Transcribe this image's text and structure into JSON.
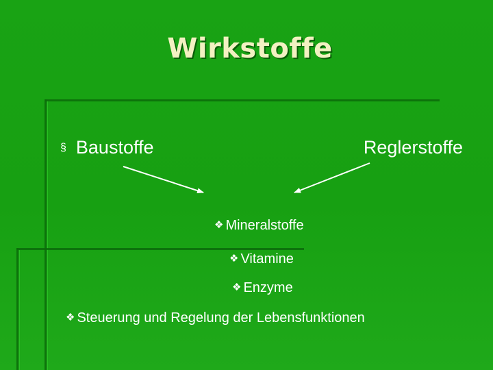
{
  "slide": {
    "title": "Wirkstoffe",
    "left_item": "Baustoffe",
    "left_bullet": "§",
    "right_item": "Reglerstoffe",
    "sub_bullet": "❖",
    "sub_items": [
      "Mineralstoffe",
      "Vitamine",
      "Enzyme",
      "Steuerung und Regelung der Lebensfunktionen"
    ]
  },
  "colors": {
    "background": "#17a012",
    "title": "#f3f1c2",
    "text": "#ffffff"
  }
}
